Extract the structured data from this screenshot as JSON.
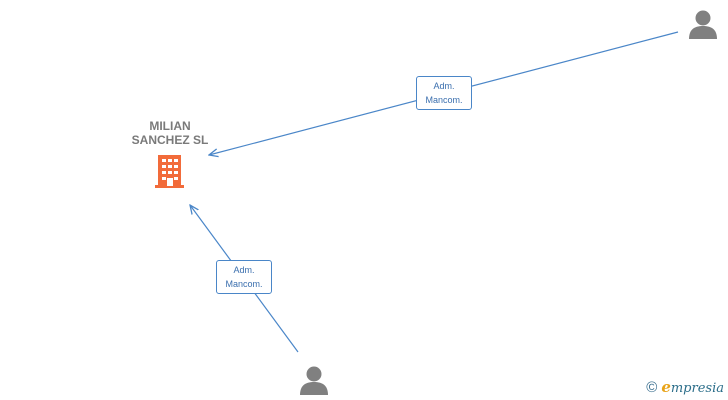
{
  "company": {
    "name": "MILIAN\nSANCHEZ  SL",
    "icon": "building-icon",
    "color": "#f26b3a"
  },
  "people": [
    {
      "icon": "person-icon"
    },
    {
      "icon": "person-icon"
    }
  ],
  "relations": [
    {
      "from": "person-1",
      "to": "company",
      "label_line1": "Adm.",
      "label_line2": "Mancom."
    },
    {
      "from": "person-2",
      "to": "company",
      "label_line1": "Adm.",
      "label_line2": "Mancom."
    }
  ],
  "colors": {
    "edge": "#4a86c8",
    "person": "#808080",
    "company": "#f26b3a"
  },
  "watermark": {
    "copyright": "©",
    "brand_first": "e",
    "brand_rest": "mpresia"
  }
}
